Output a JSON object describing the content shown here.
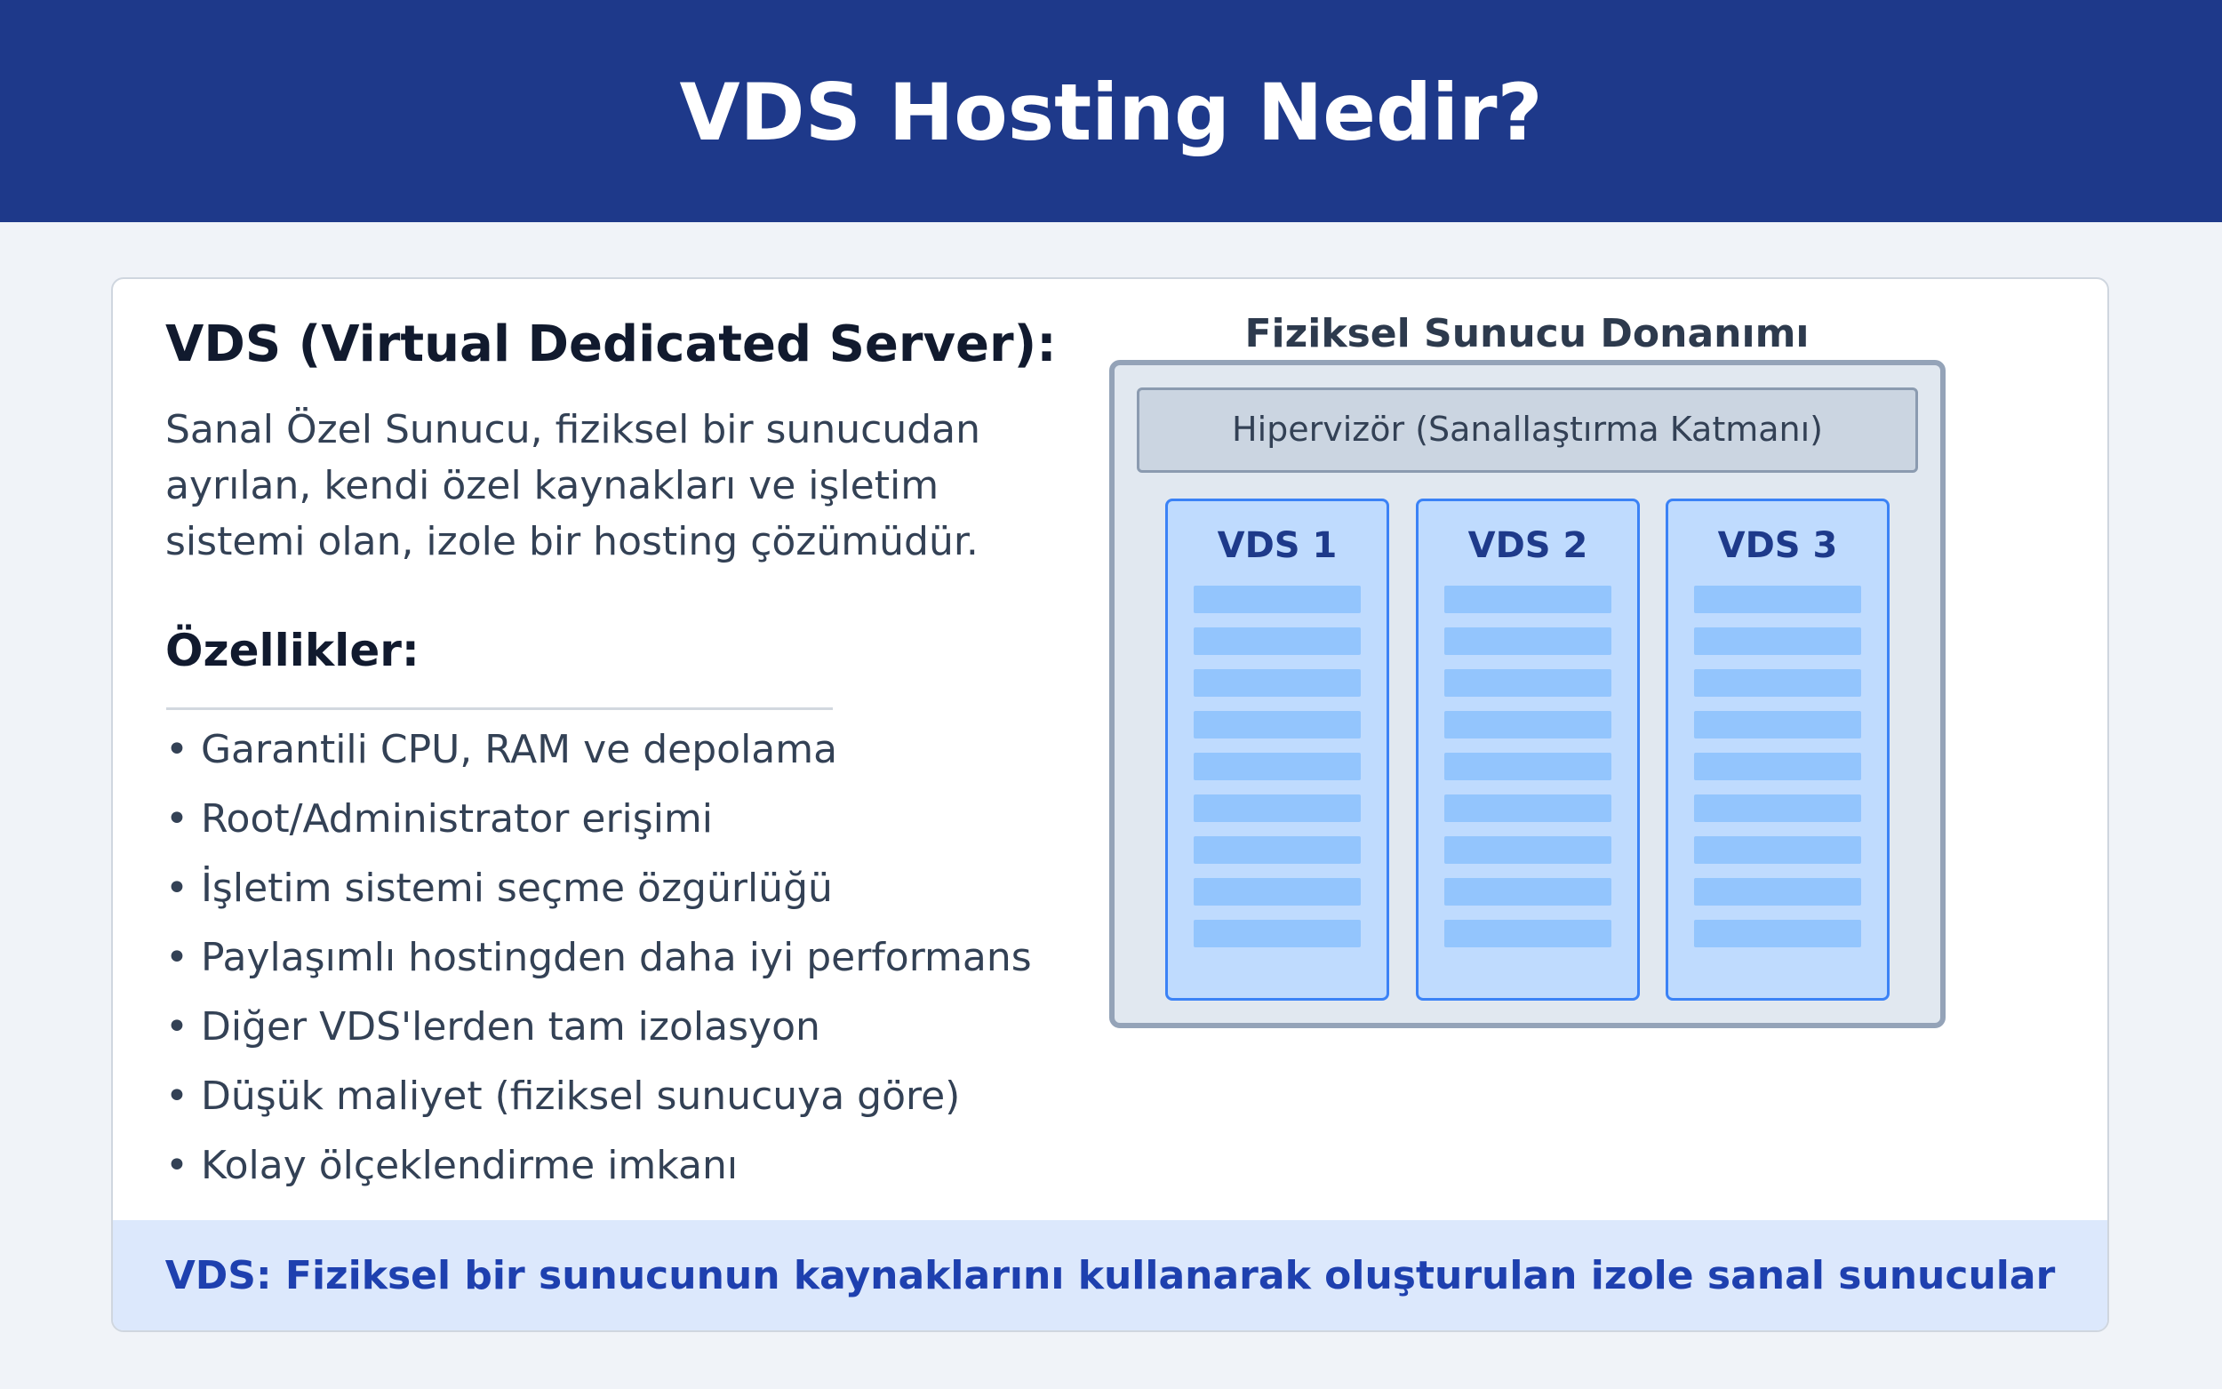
{
  "header": {
    "title": "VDS Hosting Nedir?"
  },
  "intro": {
    "heading": "VDS (Virtual Dedicated Server):",
    "description_lines": [
      "Sanal Özel Sunucu, fiziksel bir sunucudan",
      "ayrılan, kendi özel kaynakları ve işletim",
      "sistemi olan, izole bir hosting çözümüdür."
    ]
  },
  "features": {
    "heading": "Özellikler:",
    "items": [
      "• Garantili CPU, RAM ve depolama",
      "• Root/Administrator erişimi",
      "• İşletim sistemi seçme özgürlüğü",
      "• Paylaşımlı hostingden daha iyi performans",
      "• Diğer VDS'lerden tam izolasyon",
      "• Düşük maliyet (fiziksel sunucuya göre)",
      "• Kolay ölçeklendirme imkanı"
    ]
  },
  "diagram": {
    "title": "Fiziksel Sunucu Donanımı",
    "hypervisor_label": "Hipervizör (Sanallaştırma Katmanı)",
    "vds_labels": [
      "VDS 1",
      "VDS 2",
      "VDS 3"
    ],
    "resource_bars_per_vds": 9
  },
  "footer": {
    "text": "VDS: Fiziksel bir sunucunun kaynaklarını kullanarak oluşturulan izole sanal sunucular"
  },
  "colors": {
    "header_bg": "#1e398a",
    "page_bg": "#f0f3f8",
    "footer_bg": "#dce8fc",
    "footer_text": "#1e40af",
    "vds_fill": "#bfdbfe",
    "vds_border": "#3b82f6",
    "resource_bar": "#93c5fd",
    "hypervisor_fill": "#cbd5e1",
    "server_fill": "#e1e8f0"
  }
}
